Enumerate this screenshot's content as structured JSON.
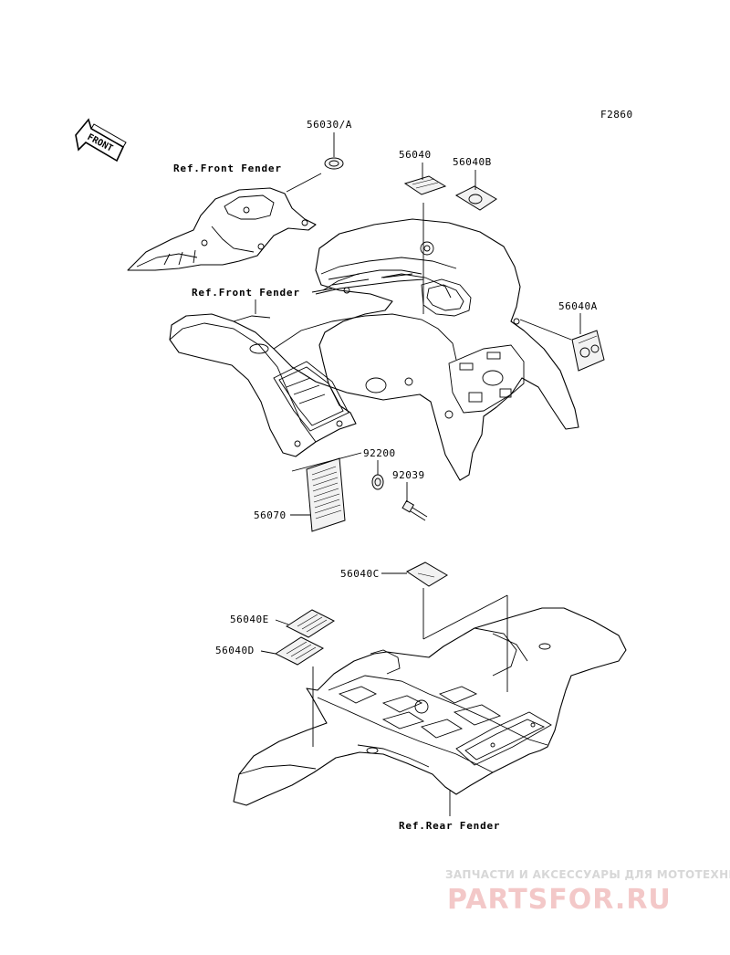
{
  "figure_code": "F2860",
  "front_arrow": "FRONT",
  "callouts": {
    "p56030a": "56030/A",
    "p56040": "56040",
    "p56040b": "56040B",
    "p56040a": "56040A",
    "p92200": "92200",
    "p92039": "92039",
    "p56070": "56070",
    "p56040c": "56040C",
    "p56040e": "56040E",
    "p56040d": "56040D"
  },
  "refs": {
    "front_fender_1": "Ref.Front Fender",
    "front_fender_2": "Ref.Front Fender",
    "rear_fender": "Ref.Rear Fender"
  },
  "watermark": {
    "tagline": "ЗАПЧАСТИ И АКСЕССУАРЫ ДЛЯ МОТОТЕХНИКИ",
    "brand": "PARTSFOR.RU"
  }
}
